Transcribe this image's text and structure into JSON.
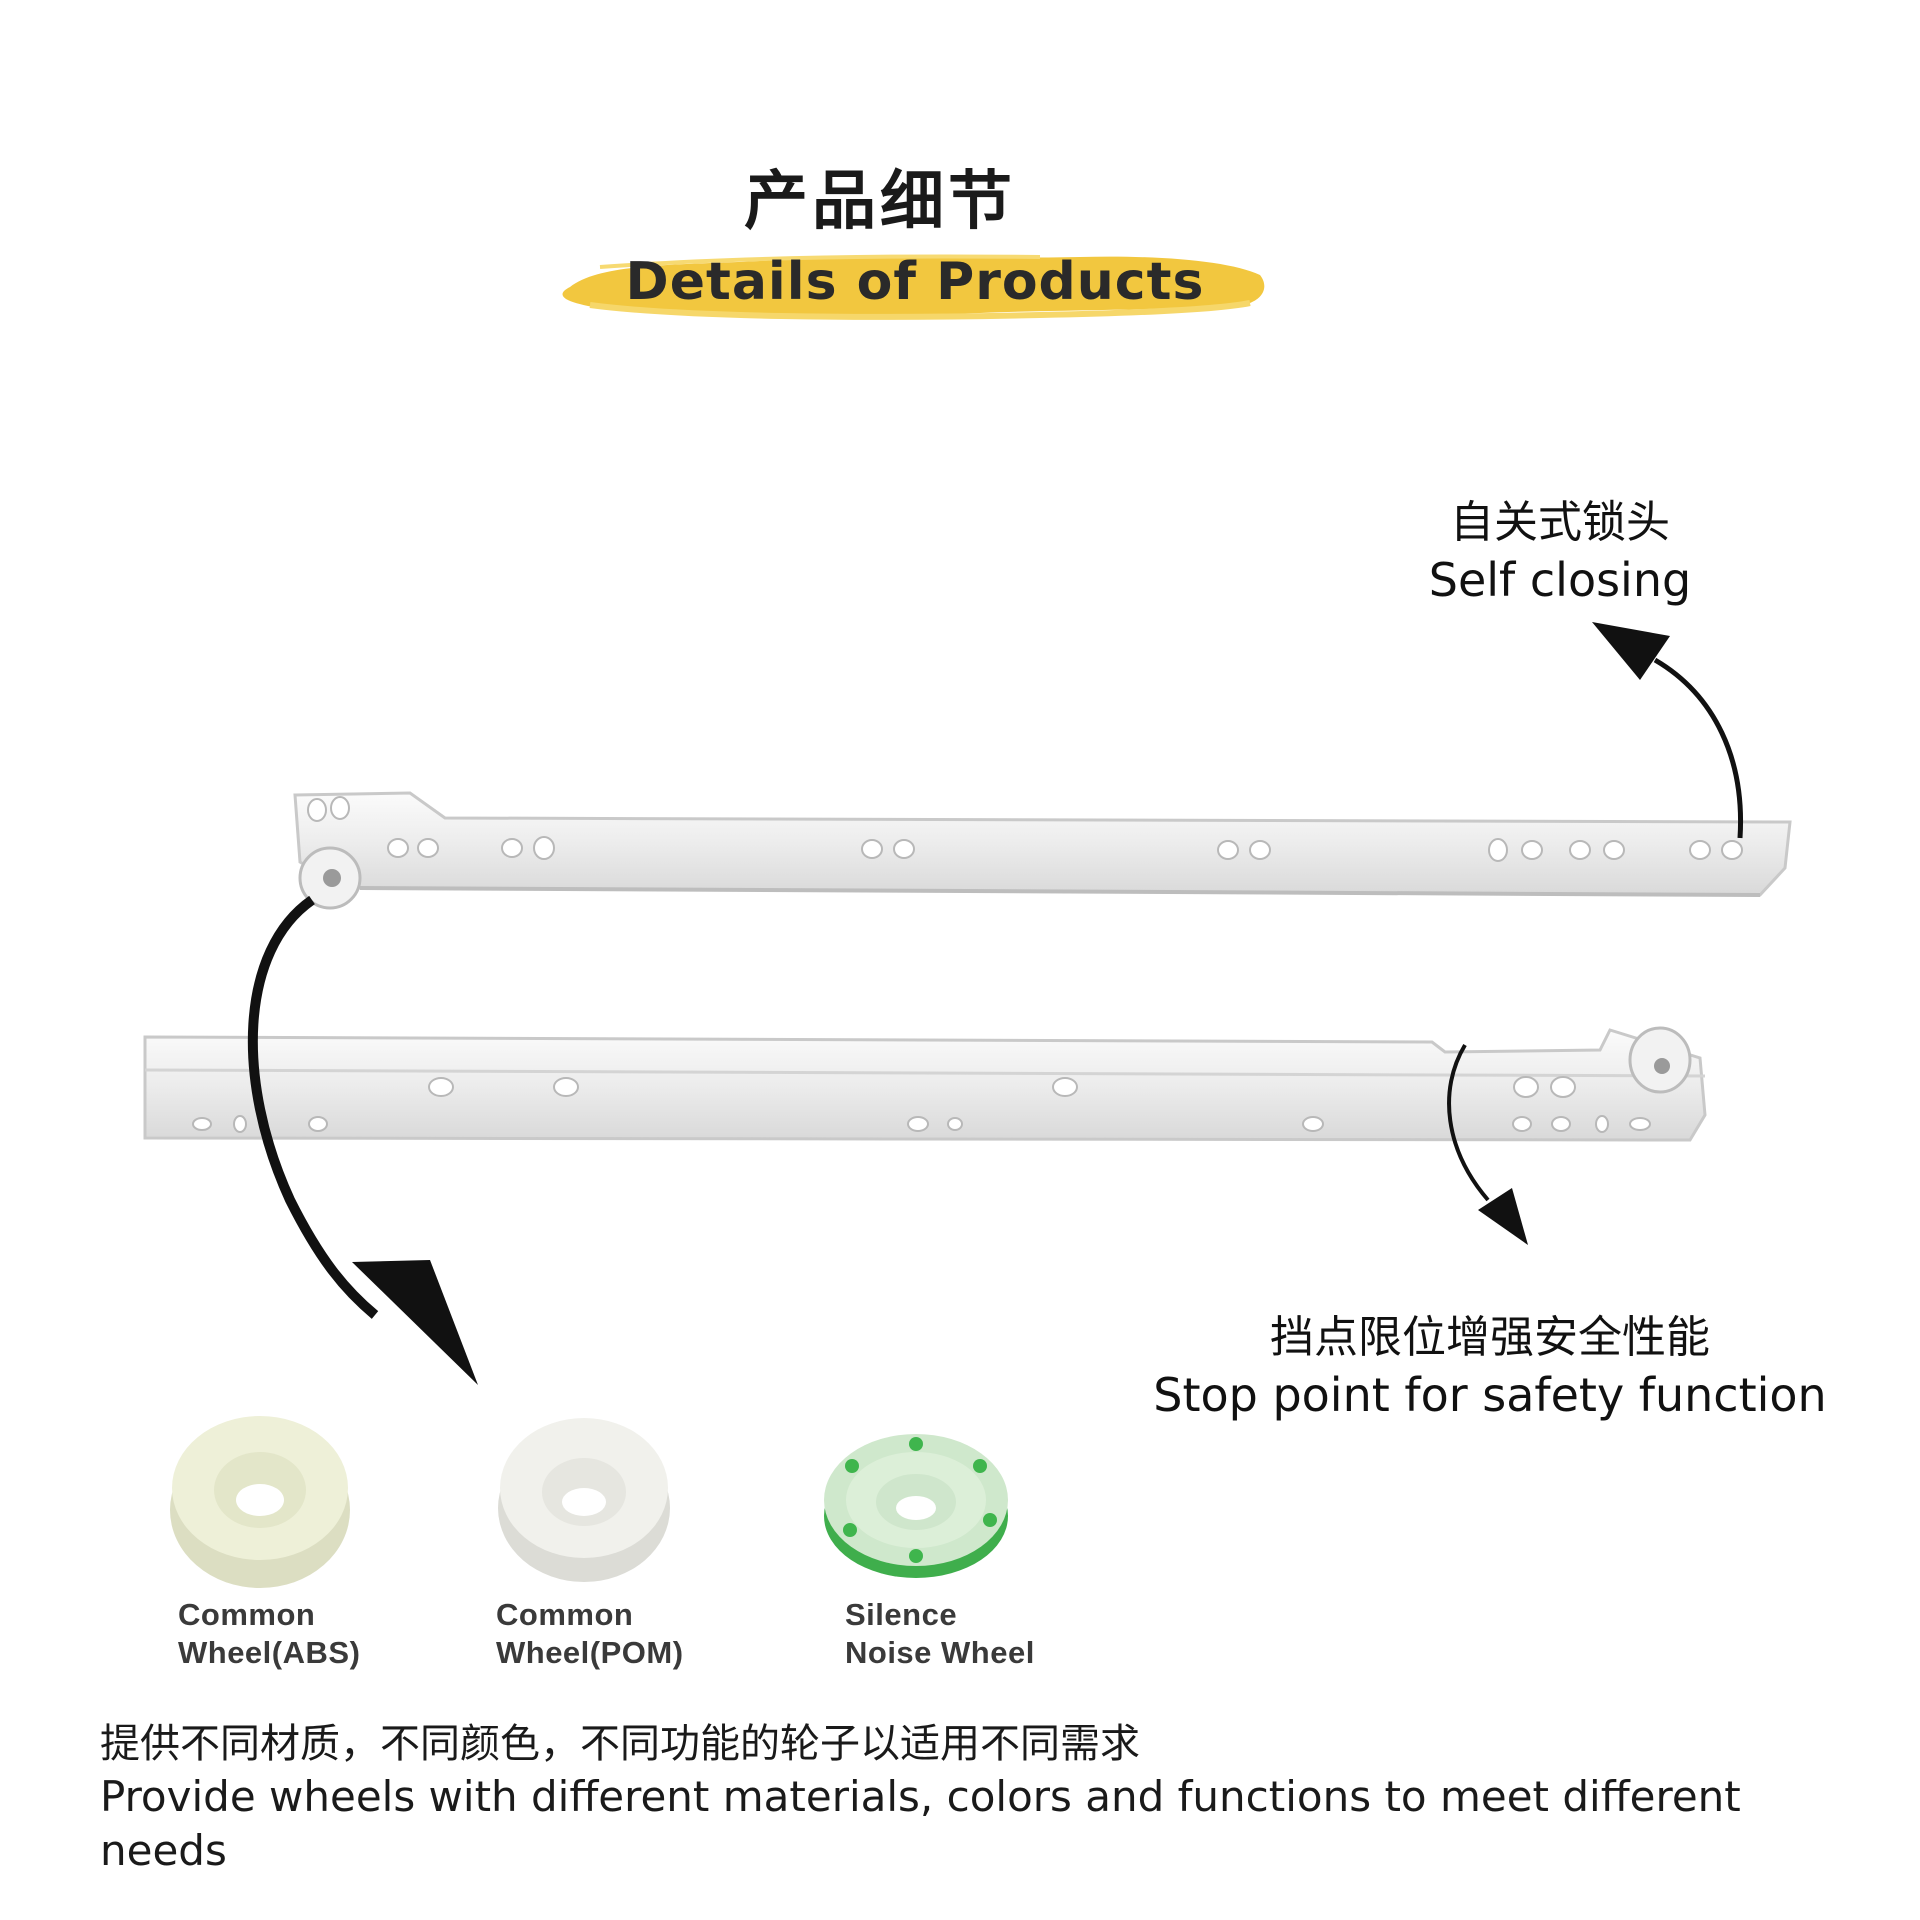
{
  "header": {
    "title_cn": "产品细节",
    "title_en": "Details of Products",
    "accent_color": "#f2c73f"
  },
  "callouts": {
    "self_closing": {
      "cn": "自关式锁头",
      "en": "Self closing"
    },
    "stop_point": {
      "cn": "挡点限位增强安全性能",
      "en": "Stop point for safety function"
    }
  },
  "wheels": [
    {
      "line1": "Common",
      "line2": "Wheel(ABS)",
      "color": "#eef0d8"
    },
    {
      "line1": "Common",
      "line2": "Wheel(POM)",
      "color": "#f1f1ec"
    },
    {
      "line1": "Silence",
      "line2": "Noise Wheel",
      "color": "#d7ecd4"
    }
  ],
  "footer": {
    "cn": "提供不同材质，不同颜色，不同功能的轮子以适用不同需求",
    "en": "Provide wheels with different materials, colors and functions to meet different needs"
  },
  "icons": [
    "arrow-icon",
    "drawer-rail-image",
    "wheel-image"
  ]
}
